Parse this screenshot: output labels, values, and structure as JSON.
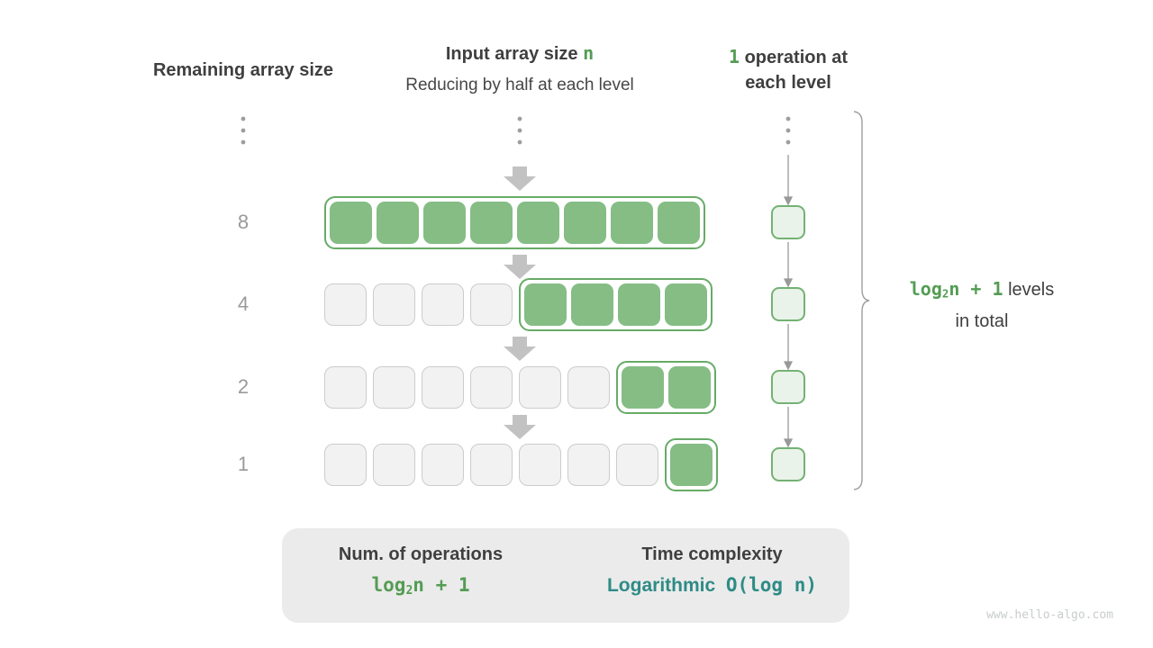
{
  "headers": {
    "left": "Remaining array size",
    "center_title": "Input array size ",
    "center_title_var": "n",
    "center_subtitle": "Reducing by half at each level",
    "right_num": "1",
    "right_line1": " operation at",
    "right_line2": "each level"
  },
  "rows": [
    {
      "label": "8",
      "gray": 0,
      "green": 8
    },
    {
      "label": "4",
      "gray": 4,
      "green": 4
    },
    {
      "label": "2",
      "gray": 6,
      "green": 2
    },
    {
      "label": "1",
      "gray": 7,
      "green": 1
    }
  ],
  "operations_column": {
    "cells": 4
  },
  "brace": {
    "formula_log": "log",
    "formula_sub": "2",
    "formula_rest": "n + 1",
    "line1_rest": " levels",
    "line2": "in total"
  },
  "summary": {
    "left_title": "Num. of operations",
    "left_formula_log": "log",
    "left_formula_sub": "2",
    "left_formula_rest": "n + 1",
    "right_title": "Time complexity",
    "right_value_word": "Logarithmic",
    "right_value_code": "O(log n)"
  },
  "watermark": "www.hello-algo.com",
  "colors": {
    "green_text": "#549c54",
    "green_fill": "#85bd85",
    "green_border": "#67ab67",
    "lightgreen_fill": "#e9f3e9",
    "lightgreen_border": "#74b174",
    "gray_fill": "#f2f2f2",
    "gray_border": "#cccccc",
    "block_arrow": "#c2c2c2",
    "teal": "#2e8b85",
    "summary_box_bg": "#ebebeb",
    "dark_text": "#3f3f3f",
    "label_gray": "#9a9a9a"
  }
}
